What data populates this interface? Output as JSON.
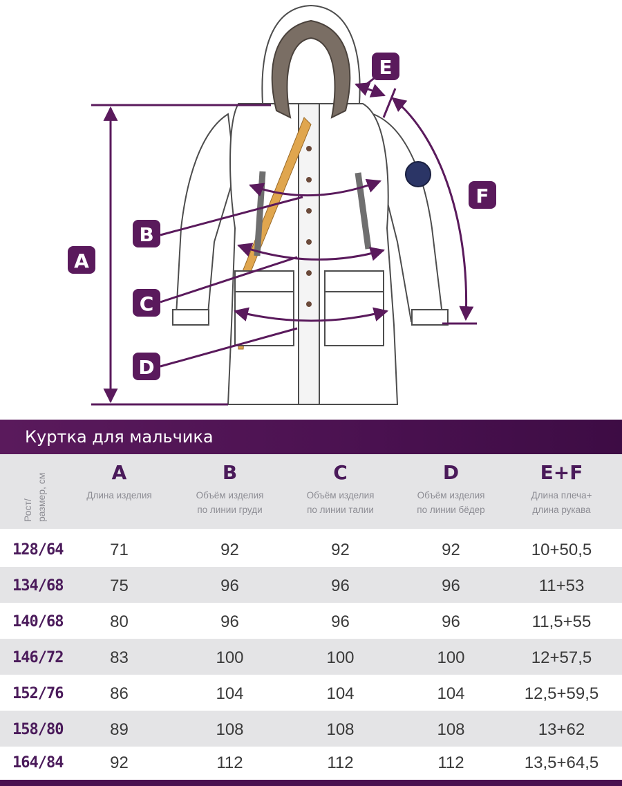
{
  "markers": {
    "a": "A",
    "b": "B",
    "c": "C",
    "d": "D",
    "e": "E",
    "f": "F"
  },
  "title": "Куртка для мальчика",
  "size_header": [
    "Рост/",
    "размер, см"
  ],
  "columns": [
    {
      "letter": "A",
      "desc": [
        "Длина изделия"
      ]
    },
    {
      "letter": "B",
      "desc": [
        "Объём изделия",
        "по линии груди"
      ]
    },
    {
      "letter": "C",
      "desc": [
        "Объём изделия",
        "по линии талии"
      ]
    },
    {
      "letter": "D",
      "desc": [
        "Объём изделия",
        "по линии бёдер"
      ]
    },
    {
      "letter": "E+F",
      "desc": [
        "Длина плеча+",
        "длина рукава"
      ]
    }
  ],
  "rows": [
    {
      "size": "128/64",
      "values": [
        "71",
        "92",
        "92",
        "92",
        "10+50,5"
      ]
    },
    {
      "size": "134/68",
      "values": [
        "75",
        "96",
        "96",
        "96",
        "11+53"
      ]
    },
    {
      "size": "140/68",
      "values": [
        "80",
        "96",
        "96",
        "96",
        "11,5+55"
      ]
    },
    {
      "size": "146/72",
      "values": [
        "83",
        "100",
        "100",
        "100",
        "12+57,5"
      ]
    },
    {
      "size": "152/76",
      "values": [
        "86",
        "104",
        "104",
        "104",
        "12,5+59,5"
      ]
    },
    {
      "size": "158/80",
      "values": [
        "89",
        "108",
        "108",
        "108",
        "13+62"
      ]
    },
    {
      "size": "164/84",
      "values": [
        "92",
        "112",
        "112",
        "112",
        "13,5+64,5"
      ]
    }
  ],
  "colors": {
    "accent": "#4a1150",
    "label": "#5a1a5c",
    "row_alt": "#e4e4e6",
    "fur": "#7a6e64",
    "tape": "#e0a64e",
    "patch": "#2b3566"
  }
}
